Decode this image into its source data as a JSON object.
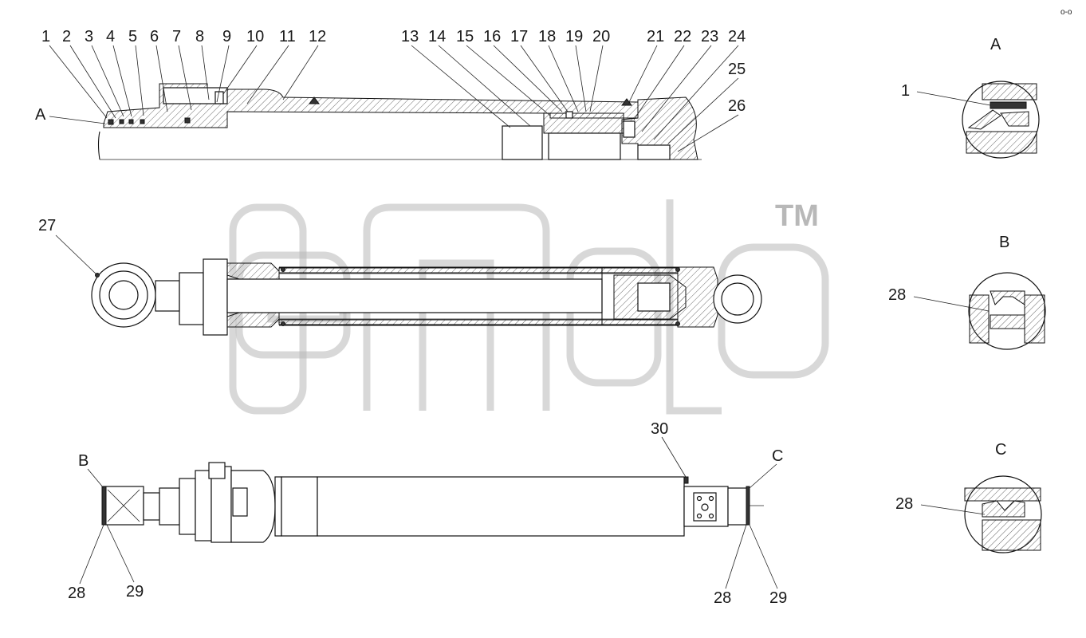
{
  "watermark": {
    "text": "ф|п|а|b",
    "mark": "TM"
  },
  "corner_mark": "o-o",
  "top_section": {
    "callouts": [
      "1",
      "2",
      "3",
      "4",
      "5",
      "6",
      "7",
      "8",
      "9",
      "10",
      "11",
      "12",
      "13",
      "14",
      "15",
      "16",
      "17",
      "18",
      "19",
      "20",
      "21",
      "22",
      "23",
      "24",
      "25",
      "26"
    ],
    "view_ref": "A"
  },
  "middle_section": {
    "callouts": [
      "27"
    ]
  },
  "bottom_section": {
    "callouts_left": [
      "B",
      "28",
      "29"
    ],
    "callouts_right": [
      "30",
      "C",
      "28",
      "29"
    ]
  },
  "details": [
    {
      "title": "A",
      "callout": "1"
    },
    {
      "title": "B",
      "callout": "28"
    },
    {
      "title": "C",
      "callout": "28"
    }
  ]
}
